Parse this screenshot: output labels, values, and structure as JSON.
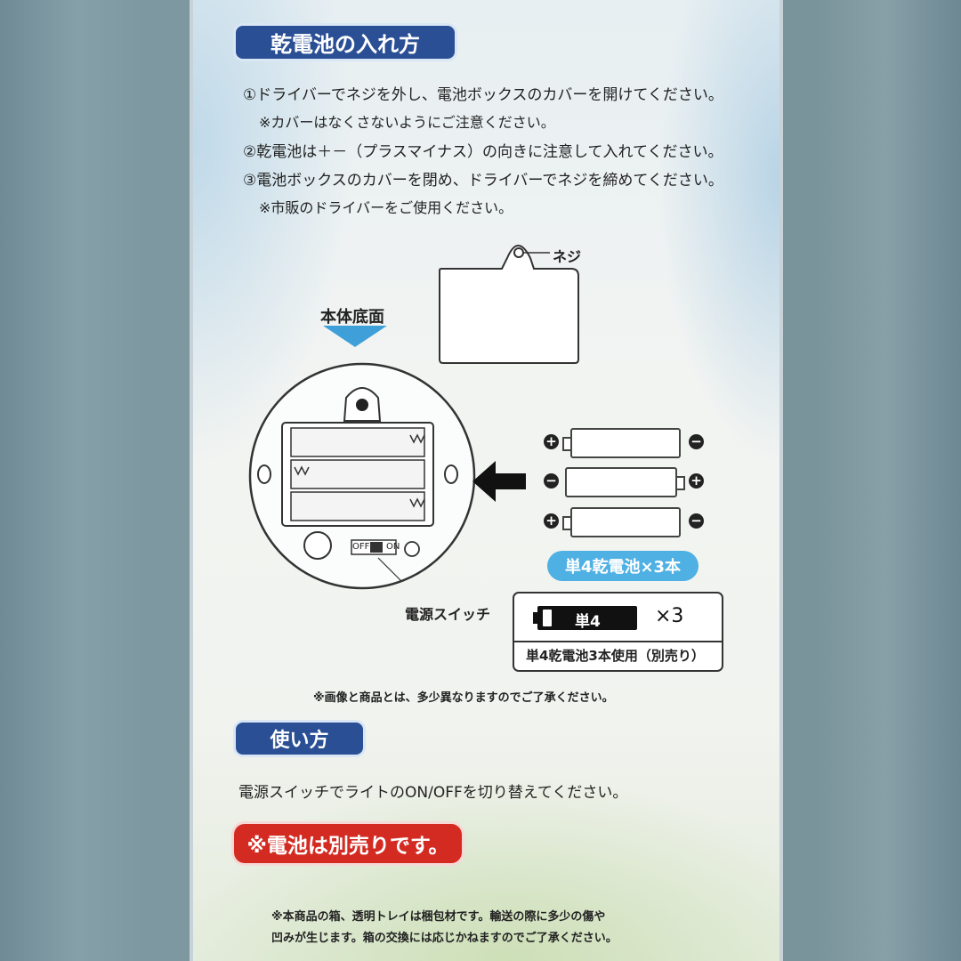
{
  "section1": {
    "title": "乾電池の入れ方",
    "steps": [
      "①ドライバーでネジを外し、電池ボックスのカバーを開けてください。",
      "※カバーはなくさないようにご注意ください。",
      "②乾電池は＋－（プラスマイナス）の向きに注意して入れてください。",
      "③電池ボックスのカバーを閉め、ドライバーでネジを締めてください。",
      "※市販のドライバーをご使用ください。"
    ]
  },
  "diagram": {
    "screw_label": "ネジ",
    "bottom_label": "本体底面",
    "switch_off": "OFF",
    "switch_on": "ON",
    "switch_label": "電源スイッチ",
    "battery_type_badge": "単4乾電池×3本",
    "battery_icon_label": "単4",
    "battery_count": "×3",
    "battery_note": "単4乾電池3本使用（別売り）",
    "plus": "+",
    "minus": "−"
  },
  "image_note": "※画像と商品とは、多少異なりますのでご了承ください。",
  "section2": {
    "title": "使い方",
    "text": "電源スイッチでライトのON/OFFを切り替えてください。"
  },
  "battery_sold_separately": "※電池は別売りです。",
  "footer": {
    "line1": "※本商品の箱、透明トレイは梱包材です。輸送の際に多少の傷や",
    "line2": "凹みが生じます。箱の交換には応じかねますのでご了承ください。"
  },
  "colors": {
    "heading_blue": "#2a4f94",
    "alert_red": "#d32b22",
    "arrow_blue": "#3f9fd8",
    "badge_blue": "#4fb0e3"
  }
}
